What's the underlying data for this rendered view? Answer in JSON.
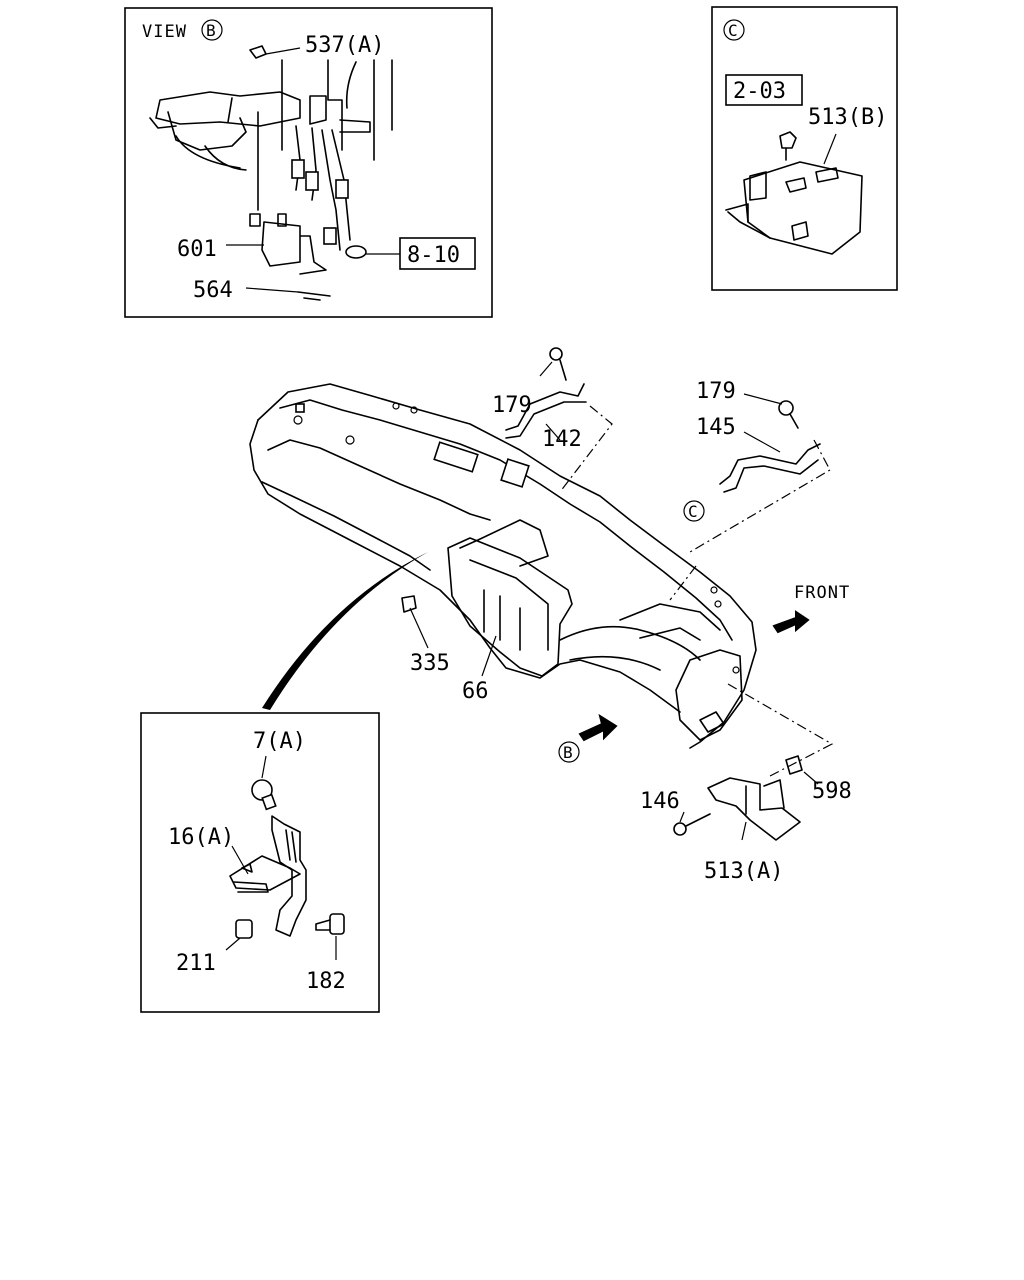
{
  "view_b": {
    "title": "VIEW",
    "marker": "B",
    "labels": {
      "537a": "537(A)",
      "601": "601",
      "564": "564",
      "ref_8_10": "8-10"
    }
  },
  "detail_c": {
    "marker": "C",
    "labels": {
      "ref_2_03": "2-03",
      "513b": "513(B)"
    }
  },
  "main": {
    "labels": {
      "179a": "179",
      "142": "142",
      "179b": "179",
      "145": "145",
      "c_marker": "C",
      "front": "FRONT",
      "335": "335",
      "66": "66",
      "b_marker": "B",
      "146": "146",
      "598": "598",
      "513a": "513(A)"
    }
  },
  "detail_bracket": {
    "labels": {
      "7a": "7(A)",
      "16a": "16(A)",
      "211": "211",
      "182": "182"
    }
  },
  "colors": {
    "line": "#000000",
    "background": "#ffffff"
  }
}
